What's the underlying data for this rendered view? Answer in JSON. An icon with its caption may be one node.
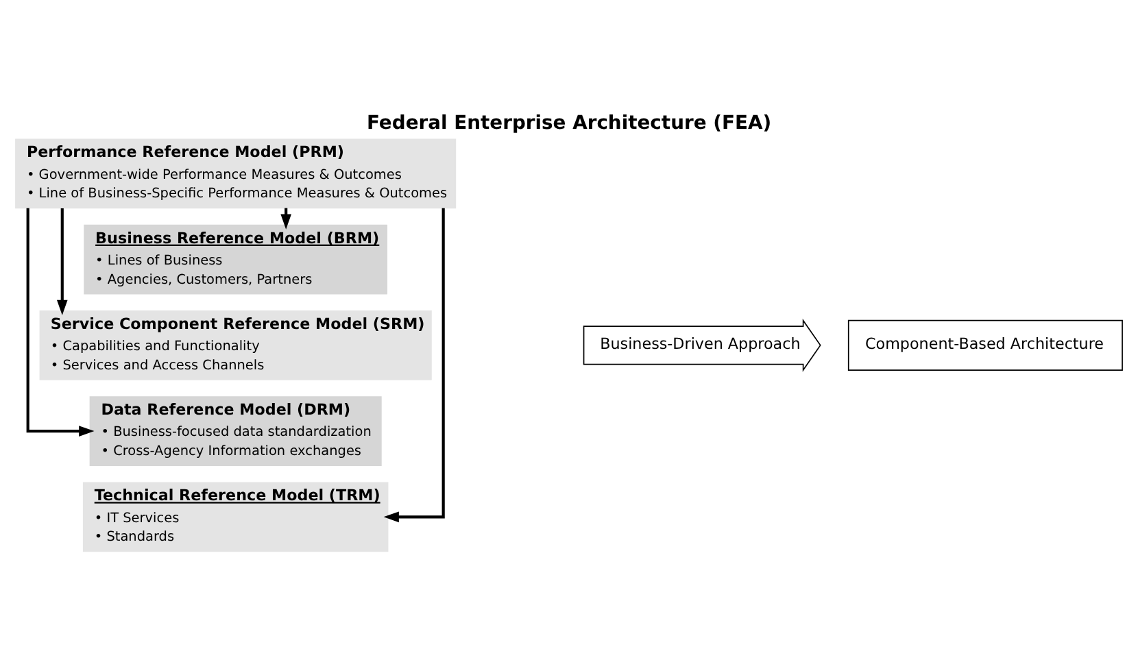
{
  "diagram": {
    "title": "Federal Enterprise Architecture (FEA)",
    "nodes": [
      {
        "text": [
          "Performance Reference Model (PRM)",
          "• Government-wide Performance Measures & Outcomes",
          "• Line of Business-Specific Performance Measures & Outcomes"
        ]
      },
      {
        "text": [
          "Business Reference Model (BRM)",
          "• Lines of Business",
          "• Agencies, Customers, Partners"
        ]
      },
      {
        "text": [
          "Service Component Reference Model (SRM)",
          "• Capabilities and Functionality",
          "• Services and Access Channels"
        ]
      },
      {
        "text": [
          "Data Reference Model (DRM)",
          "• Business-focused data standardization",
          "• Cross-Agency Information exchanges"
        ]
      },
      {
        "text": [
          "Technical Reference Model (TRM)",
          "• IT Services",
          "• Standards"
        ]
      },
      {
        "text": [
          "Business-Driven Approach"
        ]
      },
      {
        "text": [
          "Component-Based Architecture"
        ]
      }
    ],
    "edges": [
      {
        "from": 0,
        "to": 1,
        "arrow": "to"
      },
      {
        "from": 0,
        "to": 2,
        "arrow": "to"
      },
      {
        "from": 0,
        "to": 3,
        "arrow": "to"
      },
      {
        "from": 0,
        "to": 4,
        "arrow": "to"
      }
    ]
  }
}
